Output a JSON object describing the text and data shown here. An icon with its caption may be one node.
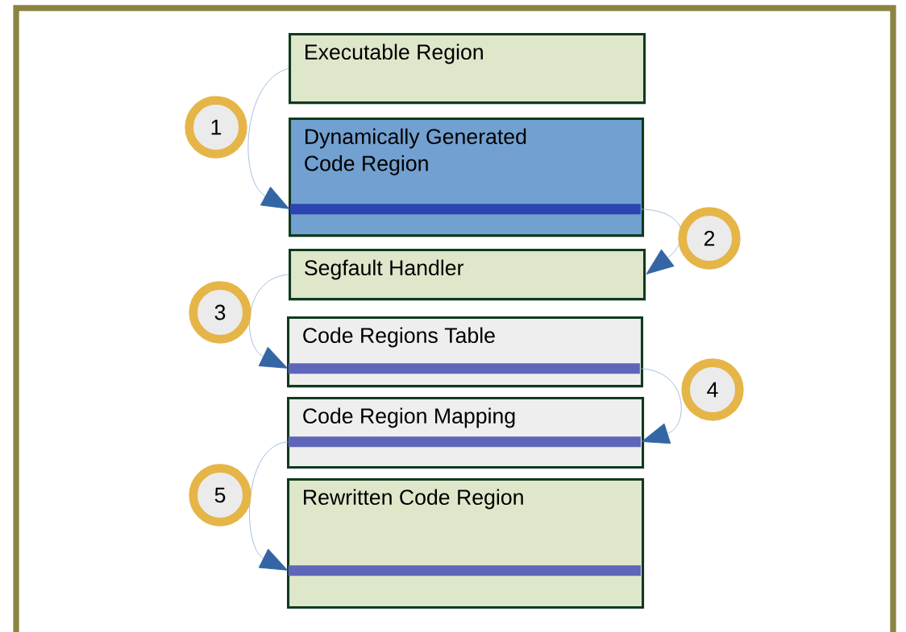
{
  "diagram": {
    "nodes": [
      {
        "text": [
          "Executable Region"
        ]
      },
      {
        "text": [
          "Dynamically Generated Code Region"
        ]
      },
      {
        "text": [],
        "shape": "bar",
        "in": 1
      },
      {
        "text": [
          "Segfault Handler"
        ]
      },
      {
        "text": [
          "Code Regions Table"
        ]
      },
      {
        "text": [],
        "shape": "bar",
        "in": 4
      },
      {
        "text": [
          "Code Region Mapping"
        ]
      },
      {
        "text": [],
        "shape": "bar",
        "in": 6
      },
      {
        "text": [
          "Rewritten Code Region"
        ]
      },
      {
        "text": [],
        "shape": "bar",
        "in": 8
      }
    ],
    "edges": [
      {
        "from": 0,
        "to": 2,
        "arrow": "to",
        "label": "1"
      },
      {
        "from": 2,
        "to": 3,
        "arrow": "to",
        "label": "2"
      },
      {
        "from": 3,
        "to": 5,
        "arrow": "to",
        "label": "3"
      },
      {
        "from": 5,
        "to": 7,
        "arrow": "to",
        "label": "4"
      },
      {
        "from": 7,
        "to": 9,
        "arrow": "to",
        "label": "5"
      }
    ]
  }
}
